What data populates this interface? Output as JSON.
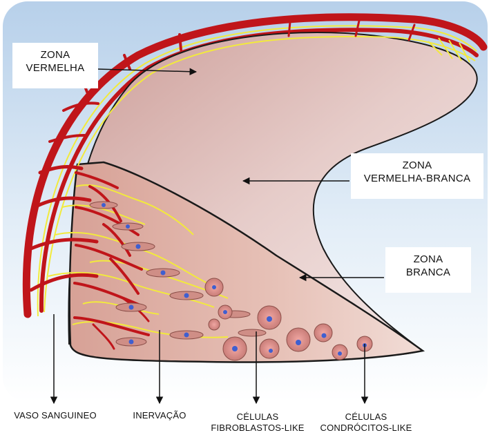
{
  "labels": {
    "zona_vermelha": [
      "ZONA",
      "VERMELHA"
    ],
    "zona_vermelha_branca": [
      "ZONA",
      "VERMELHA-BRANCA"
    ],
    "zona_branca": [
      "ZONA",
      "BRANCA"
    ],
    "vaso_sanguineo": "VASO SANGUINEO",
    "inervacao": "INERVAÇÃO",
    "celulas_fibroblastos": [
      "CÉLULAS",
      "FIBROBLASTOS-LIKE"
    ],
    "celulas_condrocitos": [
      "CÉLULAS",
      "CONDRÓCITOS-LIKE"
    ]
  },
  "colors": {
    "vessel": "#c0151a",
    "nerve": "#f2ea3c",
    "meniscus_fill": "#e9cfcc",
    "cross_section_fill": "#e0b5ab",
    "cell_body": "#d98f8c",
    "nucleus": "#3f5fd0",
    "background_top": "#bcd4ec"
  }
}
